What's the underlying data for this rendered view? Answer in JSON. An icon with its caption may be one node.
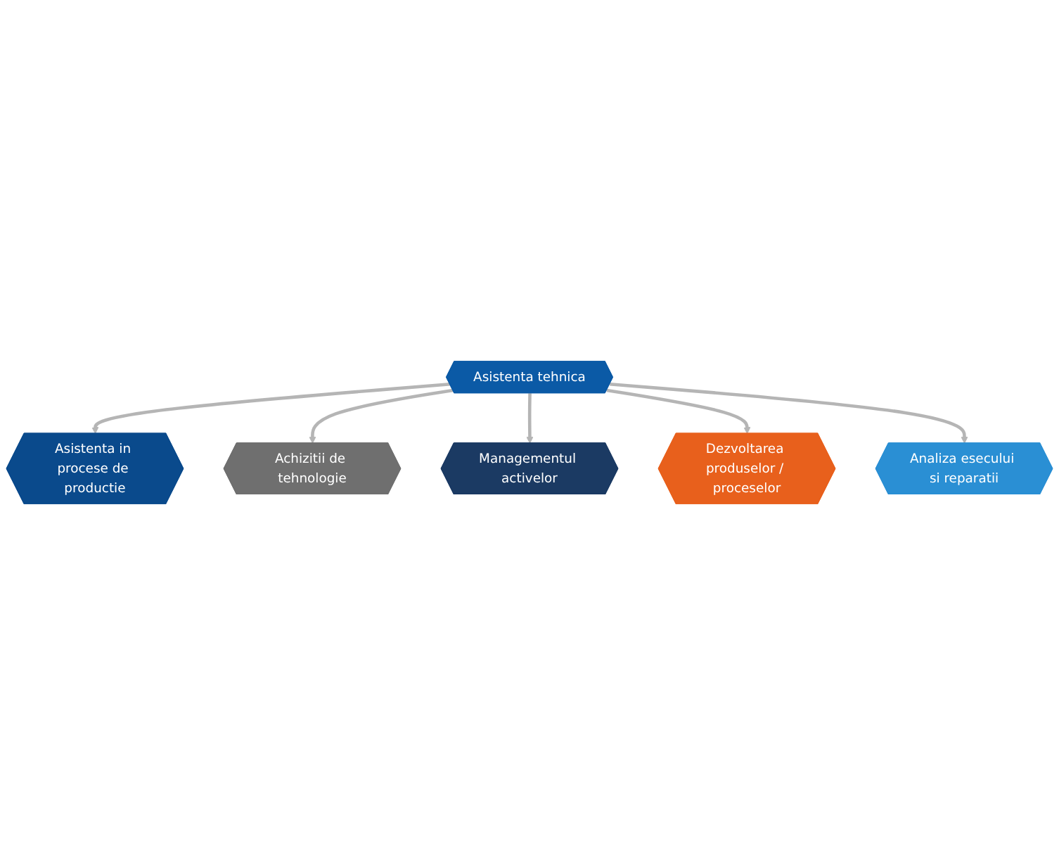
{
  "diagram": {
    "nodes": [
      {
        "text": [
          "Asistenta in procese de productie"
        ]
      },
      {
        "text": [
          "Achizitii de tehnologie"
        ]
      },
      {
        "text": [
          "Managementul activelor"
        ]
      },
      {
        "text": [
          "Dezvoltarea produselor / proceselor"
        ]
      },
      {
        "text": [
          "Asistenta tehnica"
        ]
      },
      {
        "text": [
          "Analiza esecului si reparatii"
        ]
      }
    ],
    "edges": [
      {
        "from": 4,
        "to": 0,
        "arrow": "to"
      },
      {
        "from": 4,
        "to": 1,
        "arrow": "to"
      },
      {
        "from": 4,
        "to": 2,
        "arrow": "to"
      },
      {
        "from": 4,
        "to": 3,
        "arrow": "to"
      },
      {
        "from": 4,
        "to": 5,
        "arrow": "to"
      }
    ]
  }
}
